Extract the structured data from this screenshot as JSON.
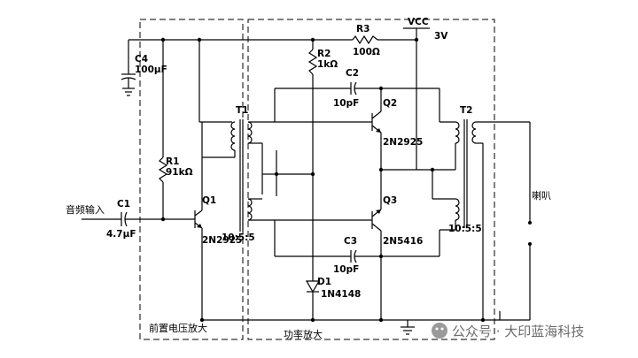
{
  "title": "",
  "sections": {
    "preamp_label": "前置电压放大",
    "power_label": "功率放大"
  },
  "labels": {
    "vcc": "VCC",
    "vcc_value": "3V",
    "input": "音频输入",
    "speaker": "喇叭"
  },
  "components": {
    "C1": {
      "ref": "C1",
      "value": "4.7µF"
    },
    "C2": {
      "ref": "C2",
      "value": "10pF"
    },
    "C3": {
      "ref": "C3",
      "value": "10pF"
    },
    "C4": {
      "ref": "C4",
      "value": "100µF"
    },
    "R1": {
      "ref": "R1",
      "value": "91kΩ"
    },
    "R2": {
      "ref": "R2",
      "value": "1kΩ"
    },
    "R3": {
      "ref": "R3",
      "value": "100Ω"
    },
    "Q1": {
      "ref": "Q1",
      "value": "2N2925"
    },
    "Q2": {
      "ref": "Q2",
      "value": "2N2925"
    },
    "Q3": {
      "ref": "Q3",
      "value": "2N5416"
    },
    "D1": {
      "ref": "D1",
      "value": "1N4148"
    },
    "T1": {
      "ref": "T1",
      "ratio": "10:5:5"
    },
    "T2": {
      "ref": "T2",
      "ratio": "10:5:5"
    }
  },
  "watermark": {
    "text": "公众号 · 大印蓝海科技"
  }
}
